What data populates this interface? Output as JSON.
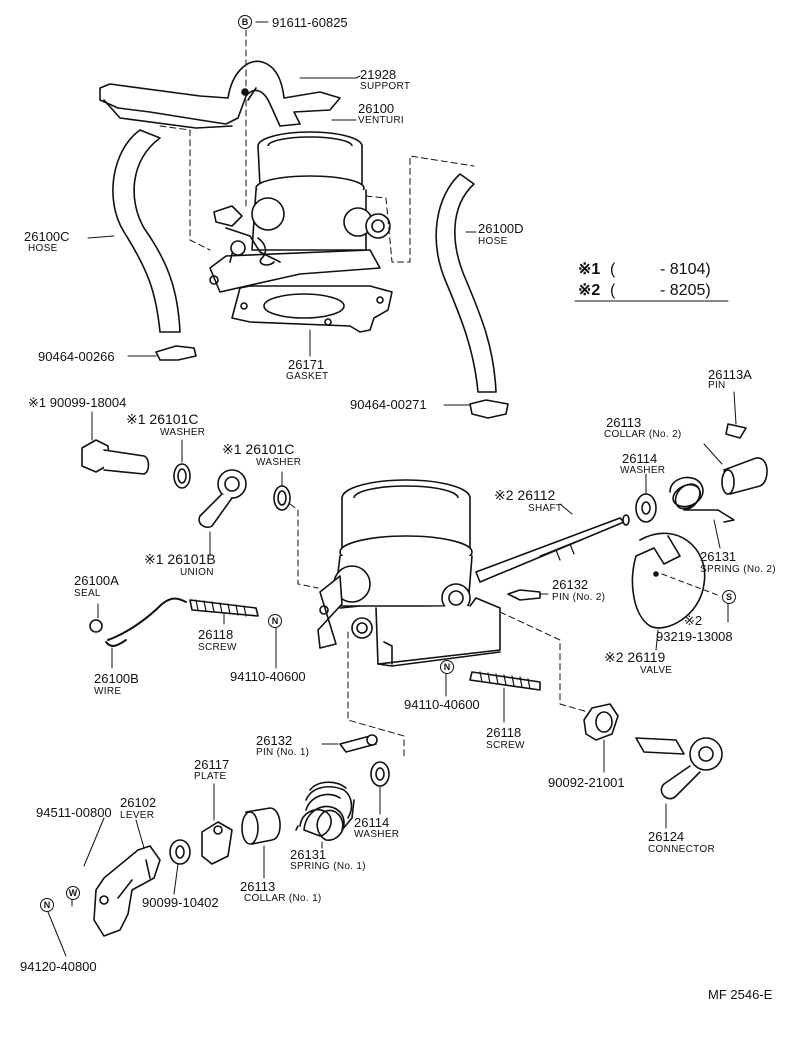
{
  "badges": {
    "b": "B",
    "s": "S",
    "n": "N",
    "w": "W"
  },
  "legend": {
    "row1_mark": "※1",
    "row1_paren": "(",
    "row1_val": "- 8104)",
    "row2_mark": "※2",
    "row2_paren": "(",
    "row2_val": "- 8205)"
  },
  "labels": {
    "p91611": "91611-60825",
    "p21928": "21928",
    "n21928": "SUPPORT",
    "p26100": "26100",
    "n26100": "VENTURI",
    "p26100C": "26100C",
    "n26100C": "HOSE",
    "p26100D": "26100D",
    "n26100D": "HOSE",
    "p90464a": "90464-00266",
    "p26171": "26171",
    "n26171": "GASKET",
    "p90464b": "90464-00271",
    "p26113A": "26113A",
    "n26113A": "PIN",
    "p26113": "26113",
    "n26113": "COLLAR (No. 2)",
    "p90099a": "※1 90099-18004",
    "p26101C_1": "※1 26101C",
    "n26101C_1": "WASHER",
    "p26101C_2": "※1 26101C",
    "n26101C_2": "WASHER",
    "p26114a": "26114",
    "n26114a": "WASHER",
    "p26112": "※2 26112",
    "n26112": "SHAFT",
    "p26131a": "26131",
    "n26131a": "SPRING (No. 2)",
    "p26101B": "※1 26101B",
    "n26101B": "UNION",
    "p26100A": "26100A",
    "n26100A": "SEAL",
    "p26132a": "26132",
    "n26132a": "PIN (No. 2)",
    "p93219_mark": "※2",
    "p93219": "93219-13008",
    "p26118a": "26118",
    "n26118a": "SCREW",
    "p26100B": "26100B",
    "n26100B": "WIRE",
    "p94110a": "94110-40600",
    "p26119": "※2 26119",
    "n26119": "VALVE",
    "p94110b": "94110-40600",
    "p26118b": "26118",
    "n26118b": "SCREW",
    "p26132b": "26132",
    "n26132b": "PIN (No. 1)",
    "p26117": "26117",
    "n26117": "PLATE",
    "p26102": "26102",
    "n26102": "LEVER",
    "p94511": "94511-00800",
    "p90092": "90092-21001",
    "p26114b": "26114",
    "n26114b": "WASHER",
    "p26131b": "26131",
    "n26131b": "SPRING (No. 1)",
    "p90099b": "90099-10402",
    "p26113b": "26113",
    "n26113b": "COLLAR (No. 1)",
    "p26124": "26124",
    "n26124": "CONNECTOR",
    "p94120": "94120-40800",
    "code": "MF 2546-E"
  }
}
